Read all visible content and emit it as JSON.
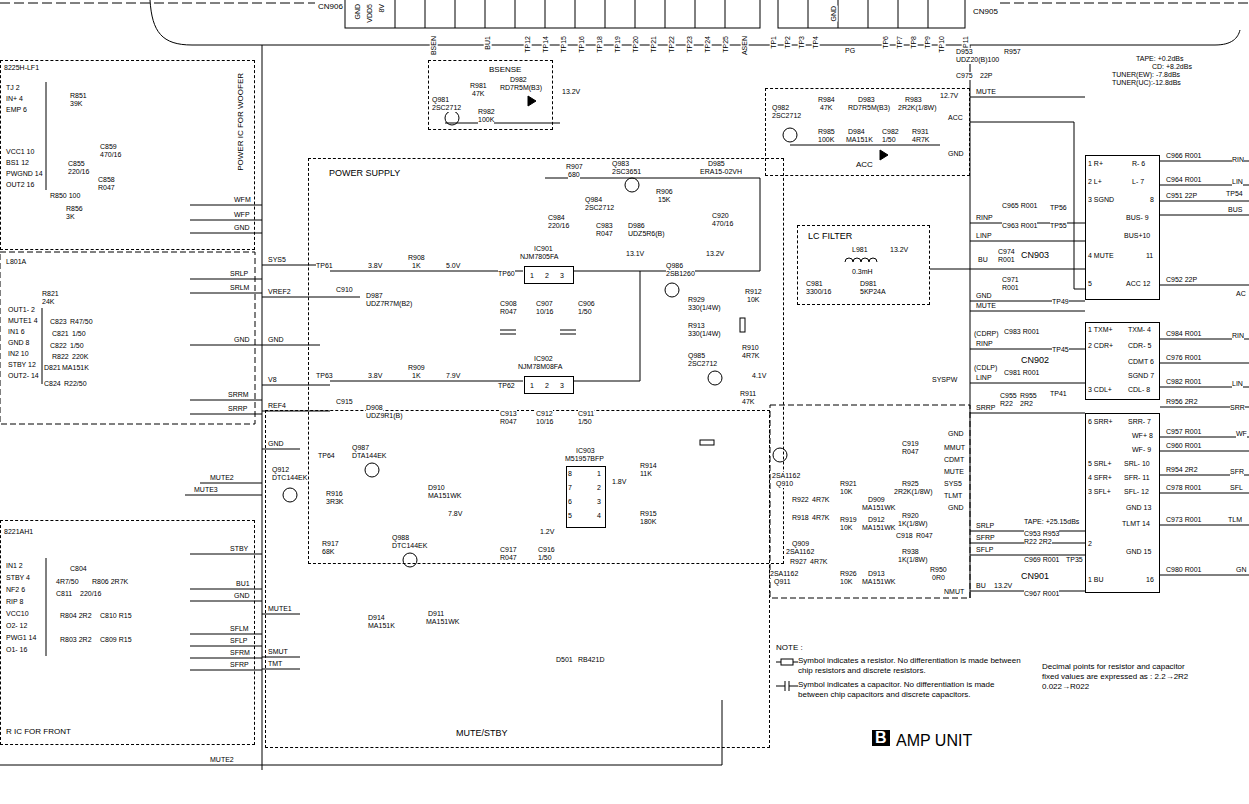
{
  "diagram": {
    "nodes": [
      {
        "text": [
          "POWER IC FOR WOOFER"
        ]
      },
      {
        "text": [
          "R IC FOR FRONT"
        ]
      },
      {
        "text": [
          "BSENSE"
        ]
      },
      {
        "text": [
          "ACC"
        ]
      },
      {
        "text": [
          "POWER SUPPLY"
        ]
      },
      {
        "text": [
          "LC FILTER"
        ]
      },
      {
        "text": [
          "IC901",
          "NJM7805FA"
        ],
        "in": 4
      },
      {
        "text": [
          "IC902",
          "NJM78M08FA"
        ],
        "in": 4
      },
      {
        "text": [
          "MUTE/STBY"
        ]
      },
      {
        "text": [
          "IC903",
          "M51957BFP"
        ],
        "in": 8
      },
      {
        "text": [
          "CN903"
        ]
      },
      {
        "text": [
          "CN902"
        ]
      },
      {
        "text": [
          "CN901"
        ]
      }
    ],
    "edges": [
      {
        "from": 5,
        "to": 10,
        "arrow": "none"
      },
      {
        "from": 3,
        "to": 10,
        "arrow": "none"
      }
    ],
    "labels": [
      "CN906",
      "CN905",
      "GND",
      "VDD5",
      "8V",
      "BSEN",
      "BU1",
      "TP12",
      "TP14",
      "TP15",
      "TP16",
      "TP18",
      "TP19",
      "TP20",
      "TP21",
      "TP22",
      "TP23",
      "TP24",
      "TP25",
      "ASEN",
      "TP1",
      "TP2",
      "TP3",
      "TP4",
      "GND",
      "PG",
      "TP6",
      "TP7",
      "TP8",
      "TP9",
      "TP10",
      "TP11",
      "D953",
      "UDZ20(B)100",
      "R957",
      "C975",
      "22P",
      "TAPE: +0.2dBs",
      "CD: +8.2dBs",
      "TUNER(EW): -7.8dBs",
      "TUNER(UC):-12.8dBs",
      "MUTE",
      "8225H-LF1",
      "TJ 2",
      "IN+ 4",
      "EMP 6",
      "VCC1 10",
      "BS1 12",
      "PWGND 14",
      "OUT2 16",
      "R851",
      "39K",
      "C859",
      "470/16",
      "C855",
      "220/16",
      "C858",
      "R047",
      "R850 100",
      "R856",
      "3K",
      "WFM",
      "WFP",
      "GND",
      "L801A",
      "R821",
      "24K",
      "OUT1- 2",
      "MUTE1 4",
      "IN1 6",
      "GND 8",
      "IN2 10",
      "STBY 12",
      "OUT2- 14",
      "C823",
      "R47/50",
      "C821",
      "1/50",
      "C822",
      "1/50",
      "R822",
      "220K",
      "D821",
      "MA151K",
      "C824",
      "R22/50",
      "SRLP",
      "SRLM",
      "GND",
      "SRRM",
      "SRRP",
      "8221AH1",
      "IN1 2",
      "STBY 4",
      "NF2 6",
      "RIP 8",
      "VCC10",
      "O2- 12",
      "PWG1 14",
      "O1- 16",
      "C804",
      "4R7/50",
      "R806 2R7K",
      "C811",
      "220/16",
      "R804 2R2",
      "C810 R15",
      "R803 2R2",
      "C809 R15",
      "STBY",
      "BU1",
      "GND",
      "SFLM",
      "SFLP",
      "SFRM",
      "SFRP",
      "MUTE2",
      "MUTE3",
      "MUTE2",
      "SYS5",
      "VREF2",
      "GND",
      "V8",
      "REF4",
      "GND",
      "MUTE1",
      "SMUT",
      "TMT",
      "R907",
      "680",
      "Q983",
      "2SC3651",
      "D985",
      "ERA15-02VH",
      "Q984",
      "2SC2712",
      "R906",
      "15K",
      "C984",
      "220/16",
      "C983",
      "R047",
      "D986",
      "UDZ5R6(B)",
      "C920",
      "470/16",
      "TP61",
      "3.8V",
      "R908",
      "1K",
      "5.0V",
      "C910",
      "D987",
      "UDZ7R7M(B2)",
      "TP60",
      "C908",
      "R047",
      "C907",
      "10/16",
      "C906",
      "1/50",
      "1",
      "2",
      "3",
      "13.1V",
      "Q986",
      "2SB1260",
      "13.2V",
      "R929",
      "330(1/4W)",
      "R912",
      "10K",
      "R913",
      "330(1/4W)",
      "Q985",
      "2SC2712",
      "R910",
      "4R7K",
      "4.1V",
      "R911",
      "47K",
      "TP63",
      "3.8V",
      "R909",
      "1K",
      "7.9V",
      "TP62",
      "C915",
      "D908",
      "UDZ9R1(B)",
      "C913",
      "R047",
      "C912",
      "10/16",
      "C911",
      "1/50",
      "1",
      "2",
      "3",
      "Q981",
      "2SC2712",
      "R981",
      "47K",
      "D982",
      "RD7R5M(B3)",
      "R982",
      "100K",
      "13.2V",
      "12.7V",
      "Q982",
      "2SC2712",
      "R984",
      "47K",
      "D983",
      "RD7R5M(B3)",
      "R983",
      "2R2K(1/8W)",
      "ACC",
      "R985",
      "100K",
      "D984",
      "MA151K",
      "C982",
      "1/50",
      "R931",
      "4R7K",
      "GND",
      "L981",
      "13.2V",
      "0.3mH",
      "C981",
      "3300/16",
      "D981",
      "5KP24A",
      "BU",
      "Q912",
      "DTC144EK",
      "TP64",
      "Q987",
      "DTA144EK",
      "R916",
      "3R3K",
      "D910",
      "MA151WK",
      "7.8V",
      "R917",
      "68K",
      "Q988",
      "DTC144EK",
      "1.2V",
      "C917",
      "R047",
      "C916",
      "1/50",
      "1.8V",
      "R914",
      "11K",
      "R915",
      "180K",
      "D914",
      "MA151K",
      "D911",
      "MA151WK",
      "D501",
      "RB421D",
      "8",
      "7",
      "6",
      "5",
      "1",
      "2",
      "3",
      "4",
      "SYSPW",
      "2SA1162",
      "Q910",
      "R922",
      "4R7K",
      "R921",
      "10K",
      "C919",
      "R047",
      "D909",
      "MA151WK",
      "R925",
      "2R2K(1/8W)",
      "R918",
      "4R7K",
      "R919",
      "10K",
      "D912",
      "MA151WK",
      "R920",
      "1K(1/8W)",
      "C918",
      "R047",
      "Q909",
      "2SA1162",
      "R927",
      "4R7K",
      "R938",
      "1K(1/8W)",
      "2SA1162",
      "Q911",
      "R926",
      "10K",
      "D913",
      "MA151WK",
      "R950",
      "0R0",
      "GND",
      "MMUT",
      "CDMT",
      "MUTE",
      "SYS5",
      "TLMT",
      "GND",
      "NMUT",
      "RINP",
      "LINP",
      "GND",
      "MUTE",
      "(CDRP)",
      "RINP",
      "(CDLP)",
      "LINP",
      "SRRP",
      "SRLP",
      "SFRP",
      "SFLP",
      "BU",
      "13.2V",
      "C965 R001",
      "TP56",
      "C963 R001",
      "TP55",
      "C974",
      "R001",
      "C971",
      "R001",
      "TP49",
      "C983 R001",
      "TP45",
      "C981 R001",
      "C955",
      "R22",
      "R955",
      "2R2",
      "TP41",
      "TAPE: +25.15dBs",
      "C953 R953",
      "R22 2R2",
      "C969 R001",
      "TP35",
      "C967 R001",
      "1 R+",
      "R- 6",
      "2 L+",
      "L- 7",
      "3 SGND",
      "8",
      "BUS- 9",
      "BUS+10",
      "4 MUTE",
      "11",
      "5",
      "ACC 12",
      "1 TXM+",
      "TXM- 4",
      "2 CDR+",
      "CDR- 5",
      "CDMT 6",
      "SGND 7",
      "3 CDL+",
      "CDL- 8",
      "6 SRR+",
      "SRR- 7",
      "WF+ 8",
      "WF- 9",
      "5 SRL+",
      "SRL- 10",
      "4 SFR+",
      "SFR- 11",
      "3 SFL+",
      "SFL- 12",
      "GND 13",
      "TLMT 14",
      "2",
      "GND 15",
      "1 BU",
      "16",
      "C966 R001",
      "RIN",
      "C964 R001",
      "LIN",
      "C951 22P",
      "TP54",
      "BUS",
      "C952 22P",
      "AC",
      "C984 R001",
      "RIN",
      "C976 R001",
      "C982 R001",
      "LIN",
      "R956 2R2",
      "SRR",
      "C957 R001",
      "WF",
      "C960 R001",
      "R954 2R2",
      "SFR",
      "C978 R001",
      "SFL",
      "C973 R001",
      "TLM",
      "C980 R001",
      "GN",
      "NOTE :",
      "Decimal points for resistor and capacitor fixed values are expressed as : 2.2→2R2 0.022→R022",
      "B",
      "AMP UNIT"
    ],
    "legend": [
      {
        "text": "Symbol indicates a resistor. No differentiation is made between chip resistors and discrete resistors."
      },
      {
        "text": "Symbol indicates a capacitor. No differentiation is made between chip capacitors and discrete capacitors."
      }
    ]
  }
}
